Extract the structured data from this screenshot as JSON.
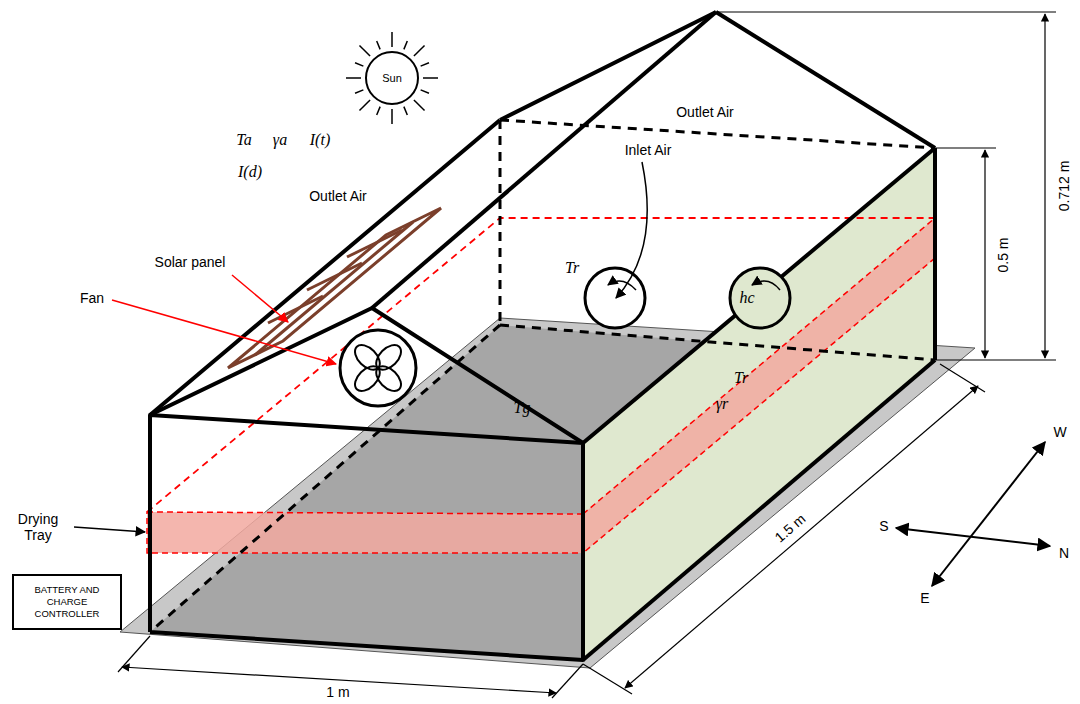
{
  "diagram": {
    "nodes": [
      {
        "text": [
          "Sun"
        ]
      },
      {
        "text": [
          "BATTERY AND CHARGE CONTROLLER"
        ]
      }
    ],
    "labels": [
      "Ta",
      "γa",
      "I(t)",
      "I(d)",
      "Outlet Air",
      "Outlet Air",
      "Inlet Air",
      "Tr",
      "hc",
      "Tr",
      "Tg",
      "γr",
      "Solar panel",
      "Fan",
      "Drying Tray",
      "0.712 m",
      "0.5 m",
      "1.5 m",
      "1 m",
      "S",
      "N",
      "W",
      "E"
    ]
  }
}
